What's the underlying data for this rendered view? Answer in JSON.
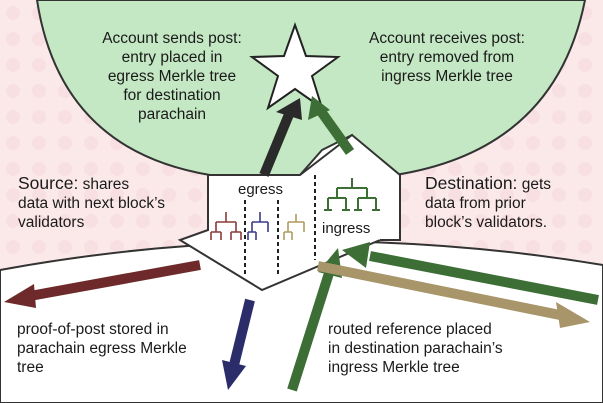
{
  "top_left_text": {
    "lines": [
      "Account sends post:",
      "entry placed in",
      "egress Merkle tree",
      "for destination",
      "parachain"
    ]
  },
  "top_right_text": {
    "lines": [
      "Account receives post:",
      "entry removed from",
      "ingress Merkle tree"
    ]
  },
  "source": {
    "heading": "Source:",
    "rest_line1": "shares",
    "line2": "data with next block’s",
    "line3": "validators"
  },
  "destination": {
    "heading": "Destination:",
    "rest_line1": "gets",
    "line2": "data from prior",
    "line3": "block’s validators."
  },
  "egress_label": "egress",
  "ingress_label": "ingress",
  "bottom_left_text": {
    "lines": [
      "proof-of-post stored in",
      "parachain egress Merkle",
      "tree"
    ]
  },
  "bottom_right_text": {
    "lines": [
      "routed reference placed",
      "in destination parachain’s",
      "ingress Merkle tree"
    ]
  },
  "colors": {
    "background": "#fbe9ea",
    "relay_green": "#c5e8c4",
    "maroon_arrow": "#6e2a2a",
    "navy_arrow": "#2b2d6b",
    "green_arrow": "#3c6e36",
    "tan_arrow": "#a8966a",
    "dark_arrow": "#2a2a2a"
  }
}
